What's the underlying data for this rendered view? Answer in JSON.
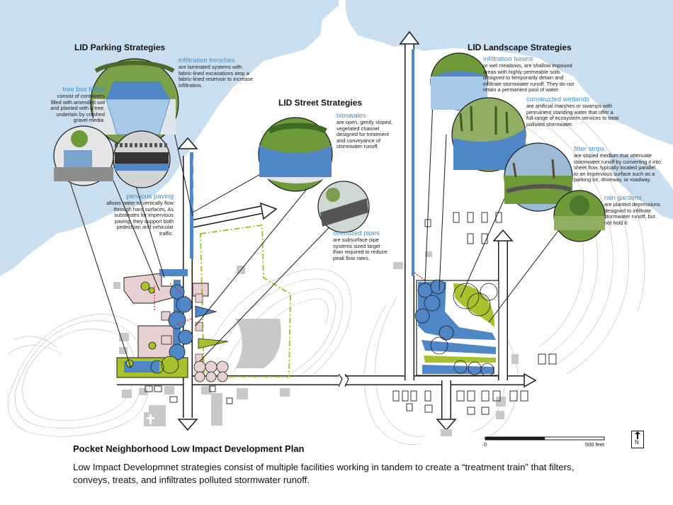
{
  "headings": {
    "parking": "LID Parking Strategies",
    "street": "LID Street Strategies",
    "landscape": "LID Landscape Strategies"
  },
  "annotations": {
    "infiltration_trenches": {
      "title": "infiltration trenches",
      "lines": [
        "are laminated systems with",
        "fabric-lined excavations atop a",
        "fabric-lined reservoir to increase",
        "infiltration."
      ]
    },
    "tree_box_filters": {
      "title": "tree box filters",
      "lines": [
        "consist of containers",
        "filled with amended soil",
        "and planted with a tree,",
        "underlain by crushed",
        "gravel media."
      ]
    },
    "pervious_paving": {
      "title": "pervious paving",
      "lines": [
        "allows water to vertically flow",
        "through hard surfaces. As",
        "substitutes for impervious",
        "paving, they support both",
        "pedestrian and vehicular",
        "traffic."
      ]
    },
    "bioswales": {
      "title": "bioswales",
      "lines": [
        "are open, gently sloped,",
        "vegetated channel",
        "designed for treatment",
        "and conveyance of",
        "stormwater runoff."
      ]
    },
    "oversized_pipes": {
      "title": "oversized pipes",
      "lines": [
        "are subsurface pipe",
        "systems sized larger",
        "than required to reduce",
        "peak flow rates."
      ]
    },
    "infiltration_basins": {
      "title": "infiltration basins",
      "lines": [
        "or wet meadows, are shallow impound",
        "areas with highly permeable soils",
        "designed to temporarily detain and",
        "infiltrate stormwater runoff. They do not",
        "retain a permanent pool of water."
      ]
    },
    "constructed_wetlands": {
      "title": "constructed wetlands",
      "lines": [
        "are artificial marshes or swamps with",
        "permanent standing water that offer a",
        "full range of ecosystem services to treat",
        "polluted stormwater."
      ]
    },
    "filter_strips": {
      "title": "filter strips",
      "lines": [
        "are sloped medium that attenuate",
        "stormwater runoff by converting it into",
        "sheet flow, typically located parallel",
        "to an impervious surface such as a",
        "parking lot, driveway, or roadway."
      ]
    },
    "rain_gardens": {
      "title": "rain gardens",
      "lines": [
        "are planted depressions",
        "designed to infiltrate",
        "stormwater runoff, but",
        "not hold it."
      ]
    }
  },
  "caption": {
    "title": "Pocket Neighborhood Low Impact Development Plan",
    "text": "Low Impact Developmnet strategies consist of multiple facilities working in tandem to create a “treatment train” that filters, conveys, treats, and infiltrates polluted stormwater runoff."
  },
  "scale_bar": {
    "start": "0",
    "end": "500 feet"
  },
  "north_arrow": {
    "label": "N"
  },
  "colors": {
    "water": "#c9dff0",
    "stormwater_blue": "#4f86c6",
    "vegetation_green": "#a7c22a",
    "building_gray": "#c8c8c8",
    "plaza_pink": "#e8cfd2",
    "heading_text": "#111111",
    "annotation_title": "#3d8fd1",
    "flow_line": "#e02020"
  },
  "icons": [
    "north-arrow-icon",
    "church-cross-icon"
  ]
}
